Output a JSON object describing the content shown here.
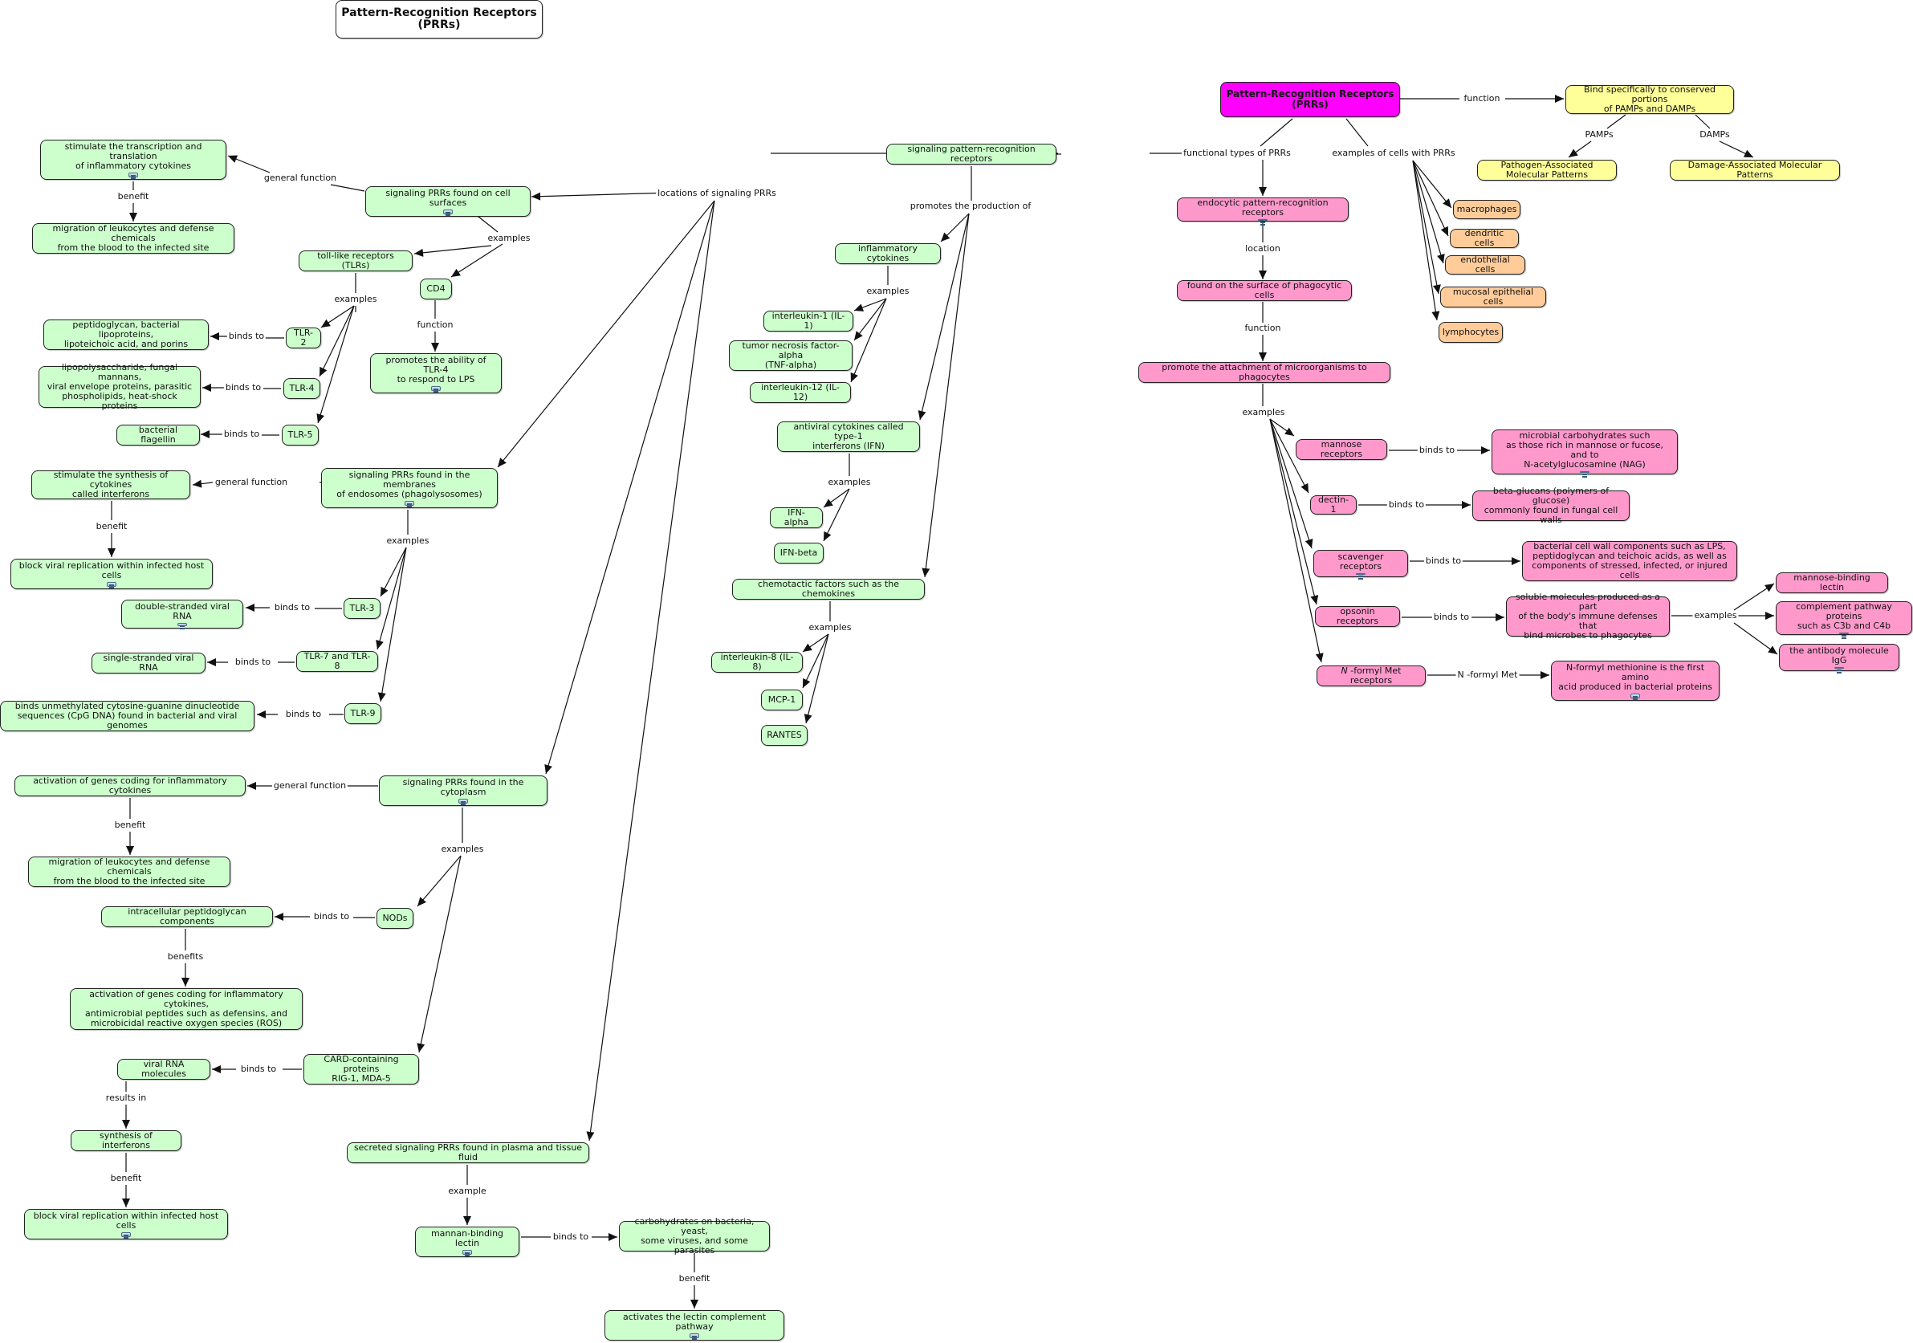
{
  "title": "Pattern-Recognition Receptors\n(PRRs)",
  "colors": {
    "green": "#ccffcc",
    "pink": "#ff99cc",
    "magenta": "#ff00ff",
    "yellow": "#ffff99",
    "orange": "#ffcc99"
  },
  "icon_name": "resource-document-icon",
  "nodes": {
    "title": {
      "text": "Pattern-Recognition Receptors\n(PRRs)"
    },
    "prr": {
      "text": "Pattern-Recognition Receptors\n(PRRs)"
    },
    "bind": {
      "text": "Bind specifically to conserved portions\nof PAMPs and DAMPs"
    },
    "pamp": {
      "text": "Pathogen-Associated Molecular Patterns"
    },
    "damp": {
      "text": "Damage-Associated Molecular Patterns"
    },
    "macro": {
      "text": "macrophages"
    },
    "dendr": {
      "text": "dendritic cells"
    },
    "endoth": {
      "text": "endothelial cells"
    },
    "mucosal": {
      "text": "mucosal epithelial cells"
    },
    "lympho": {
      "text": "lymphocytes"
    },
    "endocytic": {
      "text": "endocytic pattern-recognition receptors"
    },
    "surface": {
      "text": "found on the surface of phagocytic cells"
    },
    "promote": {
      "text": "promote the attachment of microorganisms to phagocytes"
    },
    "mannoseR": {
      "text": "mannose receptors"
    },
    "microCarb": {
      "text": "microbial carbohydrates such\nas those rich in mannose or fucose, and to\nN-acetylglucosamine (NAG)"
    },
    "dectin": {
      "text": "dectin-1"
    },
    "betaG": {
      "text": "beta-glucans (polymers of glucose)\ncommonly found in fungal cell walls"
    },
    "scav": {
      "text": "scavenger receptors"
    },
    "bactWall": {
      "text": "bacterial cell wall components such as LPS,\npeptidoglycan and teichoic acids, as well as\ncomponents of stressed, infected, or injured cells"
    },
    "opsonin": {
      "text": "opsonin receptors"
    },
    "soluble": {
      "text": "soluble molecules produced as a part\nof the body's immune defenses that\nbind microbes to phagocytes"
    },
    "mbl1": {
      "text": "mannose-binding lectin"
    },
    "complement": {
      "text": "complement pathway proteins\nsuch as C3b and C4b"
    },
    "igg": {
      "text": "the antibody molecule IgG"
    },
    "nformyl": {
      "text": "N -formyl Met receptors",
      "italic_prefix": "N",
      "rest": " -formyl Met receptors"
    },
    "nfm": {
      "text": "N-formyl methionine is the first amino\nacid produced in bacterial proteins"
    },
    "signaling": {
      "text": "signaling pattern-recognition receptors"
    },
    "inflam": {
      "text": "inflammatory cytokines"
    },
    "il1": {
      "text": "interleukin-1 (IL-1)"
    },
    "tnf": {
      "text": "tumor necrosis factor-alpha\n(TNF-alpha)"
    },
    "il12": {
      "text": "interleukin-12 (IL-12)"
    },
    "antiviral": {
      "text": "antiviral cytokines called type-1\ninterferons (IFN)"
    },
    "ifna": {
      "text": "IFN-alpha"
    },
    "ifnb": {
      "text": "IFN-beta"
    },
    "chemo": {
      "text": "chemotactic factors such as the chemokines"
    },
    "il8": {
      "text": "interleukin-8 (IL-8)"
    },
    "mcp": {
      "text": "MCP-1"
    },
    "rantes": {
      "text": "RANTES"
    },
    "cellSurf": {
      "text": "signaling PRRs found on cell surfaces"
    },
    "stimTrans": {
      "text": "stimulate the transcription and translation\nof inflammatory cytokines"
    },
    "migr1": {
      "text": "migration of leukocytes and defense chemicals\nfrom the blood to the infected site"
    },
    "tlrs": {
      "text": "toll-like receptors (TLRs)"
    },
    "cd4": {
      "text": "CD4"
    },
    "promTLR4": {
      "text": "promotes the ability of TLR-4\nto respond to LPS"
    },
    "tlr2": {
      "text": "TLR-2"
    },
    "pepti": {
      "text": "peptidoglycan, bacterial lipoproteins,\nlipoteichoic acid, and porins"
    },
    "tlr4": {
      "text": "TLR-4"
    },
    "lipoP": {
      "text": "lipopolysaccharide, fungal mannans,\nviral envelope proteins, parasitic\nphospholipids, heat-shock proteins"
    },
    "tlr5": {
      "text": "TLR-5"
    },
    "flag": {
      "text": "bacterial flagellin"
    },
    "endosome": {
      "text": "signaling PRRs found in the membranes\nof endosomes (phagolysosomes)"
    },
    "stimSyn": {
      "text": "stimulate the synthesis of cytokines\ncalled interferons"
    },
    "block1": {
      "text": "block viral replication within infected host cells"
    },
    "tlr3": {
      "text": "TLR-3"
    },
    "dsRNA": {
      "text": "double-stranded viral RNA"
    },
    "tlr78": {
      "text": "TLR-7 and TLR-8"
    },
    "ssRNA": {
      "text": "single-stranded viral RNA"
    },
    "tlr9": {
      "text": "TLR-9"
    },
    "cpg": {
      "text": "binds unmethylated cytosine-guanine dinucleotide\nsequences (CpG DNA) found in bacterial and viral genomes"
    },
    "cyto": {
      "text": "signaling PRRs found in the cytoplasm"
    },
    "actGenes1": {
      "text": "activation of genes coding for inflammatory cytokines"
    },
    "migr2": {
      "text": "migration of leukocytes and defense chemicals\nfrom the blood to the infected site"
    },
    "nods": {
      "text": "NODs"
    },
    "intraPep": {
      "text": "intracellular peptidoglycan components"
    },
    "actGenes2": {
      "text": "activation of genes coding for inflammatory cytokines,\nantimicrobial peptides such as defensins, and\nmicrobicidal reactive oxygen species (ROS)"
    },
    "card": {
      "text": "CARD-containing proteins\nRIG-1, MDA-5"
    },
    "viralRNA": {
      "text": "viral RNA molecules"
    },
    "synIFN": {
      "text": "synthesis of interferons"
    },
    "block2": {
      "text": "block viral replication within infected host cells"
    },
    "secreted": {
      "text": "secreted signaling PRRs found in plasma and tissue fluid"
    },
    "mbl2": {
      "text": "mannan-binding lectin"
    },
    "carbo": {
      "text": "carbohydrates on bacteria, yeast,\nsome viruses, and some parasites"
    },
    "lectin": {
      "text": "activates the lectin complement pathway"
    }
  },
  "link_labels": {
    "function": "function",
    "pamps": "PAMPs",
    "damps": "DAMPs",
    "functional_types": "functional types of PRRs",
    "examples_cells": "examples of cells with PRRs",
    "location": "location",
    "examples": "examples",
    "binds_to": "binds to",
    "n_formyl_met": "N -formyl Met",
    "promotes_production": "promotes the production of",
    "locations_signaling": "locations of signaling PRRs",
    "general_function": "general function",
    "benefit": "benefit",
    "benefits": "benefits",
    "results_in": "results in",
    "example": "example"
  }
}
